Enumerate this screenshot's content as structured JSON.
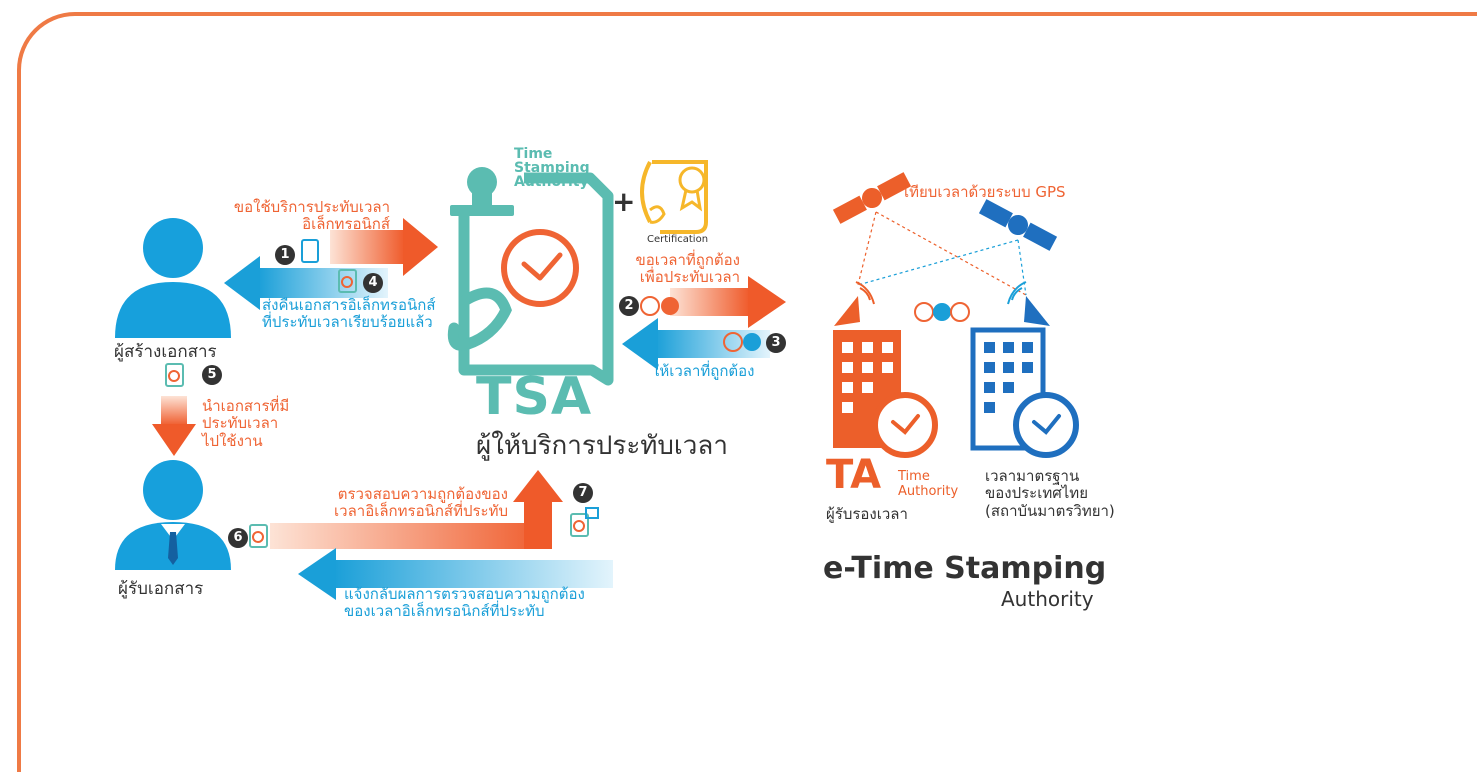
{
  "colors": {
    "frame": "#ef7a45",
    "orange": "#ef6434",
    "blue": "#1a9fd8",
    "person_blue": "#17a0dc",
    "teal": "#5bbcb1",
    "gold": "#f6b72a",
    "ta_orange": "#ec5f2a",
    "nimt_blue": "#1f6fbf",
    "dark": "#333333"
  },
  "actors": {
    "creator_label": "ผู้สร้างเอกสาร",
    "receiver_label": "ผู้รับเอกสาร"
  },
  "tsa": {
    "authority_text": "Time\nStamping\nAuthority",
    "abbr": "TSA",
    "thai_name": "ผู้ให้บริการประทับเวลา",
    "certification_label": "Certification",
    "plus": "+"
  },
  "steps": [
    {
      "number": "1",
      "text": "ขอใช้บริการประทับเวลา\nอิเล็กทรอนิกส์"
    },
    {
      "number": "2",
      "text": "ขอเวลาที่ถูกต้อง\nเพื่อประทับเวลา"
    },
    {
      "number": "3",
      "text": "ให้เวลาที่ถูกต้อง"
    },
    {
      "number": "4",
      "text": "ส่งคืนเอกสารอิเล็กทรอนิกส์\nที่ประทับเวลาเรียบร้อยแล้ว"
    },
    {
      "number": "5",
      "text": "นำเอกสารที่มี\nประทับเวลา\nไปใช้งาน"
    },
    {
      "number": "6",
      "text": "ตรวจสอบความถูกต้องของ\nเวลาอิเล็กทรอนิกส์ที่ประทับ"
    },
    {
      "number": "7",
      "text": "แจ้งกลับผลการตรวจสอบความถูกต้อง\nของเวลาอิเล็กทรอนิกส์ที่ประทับ"
    }
  ],
  "gps_label": "เทียบเวลาด้วยระบบ GPS",
  "ta": {
    "abbr": "TA",
    "full": "Time\nAuthority",
    "thai": "ผู้รับรองเวลา"
  },
  "nimt": {
    "thai": "เวลามาตรฐาน\nของประเทศไทย\n(สถาบันมาตรวิทยา)"
  },
  "footer": {
    "title": "e-Time Stamping",
    "subtitle": "Authority"
  },
  "icons": [
    "person-icon",
    "businessman-icon",
    "time-stamp-icon",
    "certificate-icon",
    "clock-icon",
    "satellite-icon",
    "building-icon",
    "antenna-icon",
    "document-icon",
    "stamped-document-icon",
    "check-icon",
    "question-icon"
  ]
}
